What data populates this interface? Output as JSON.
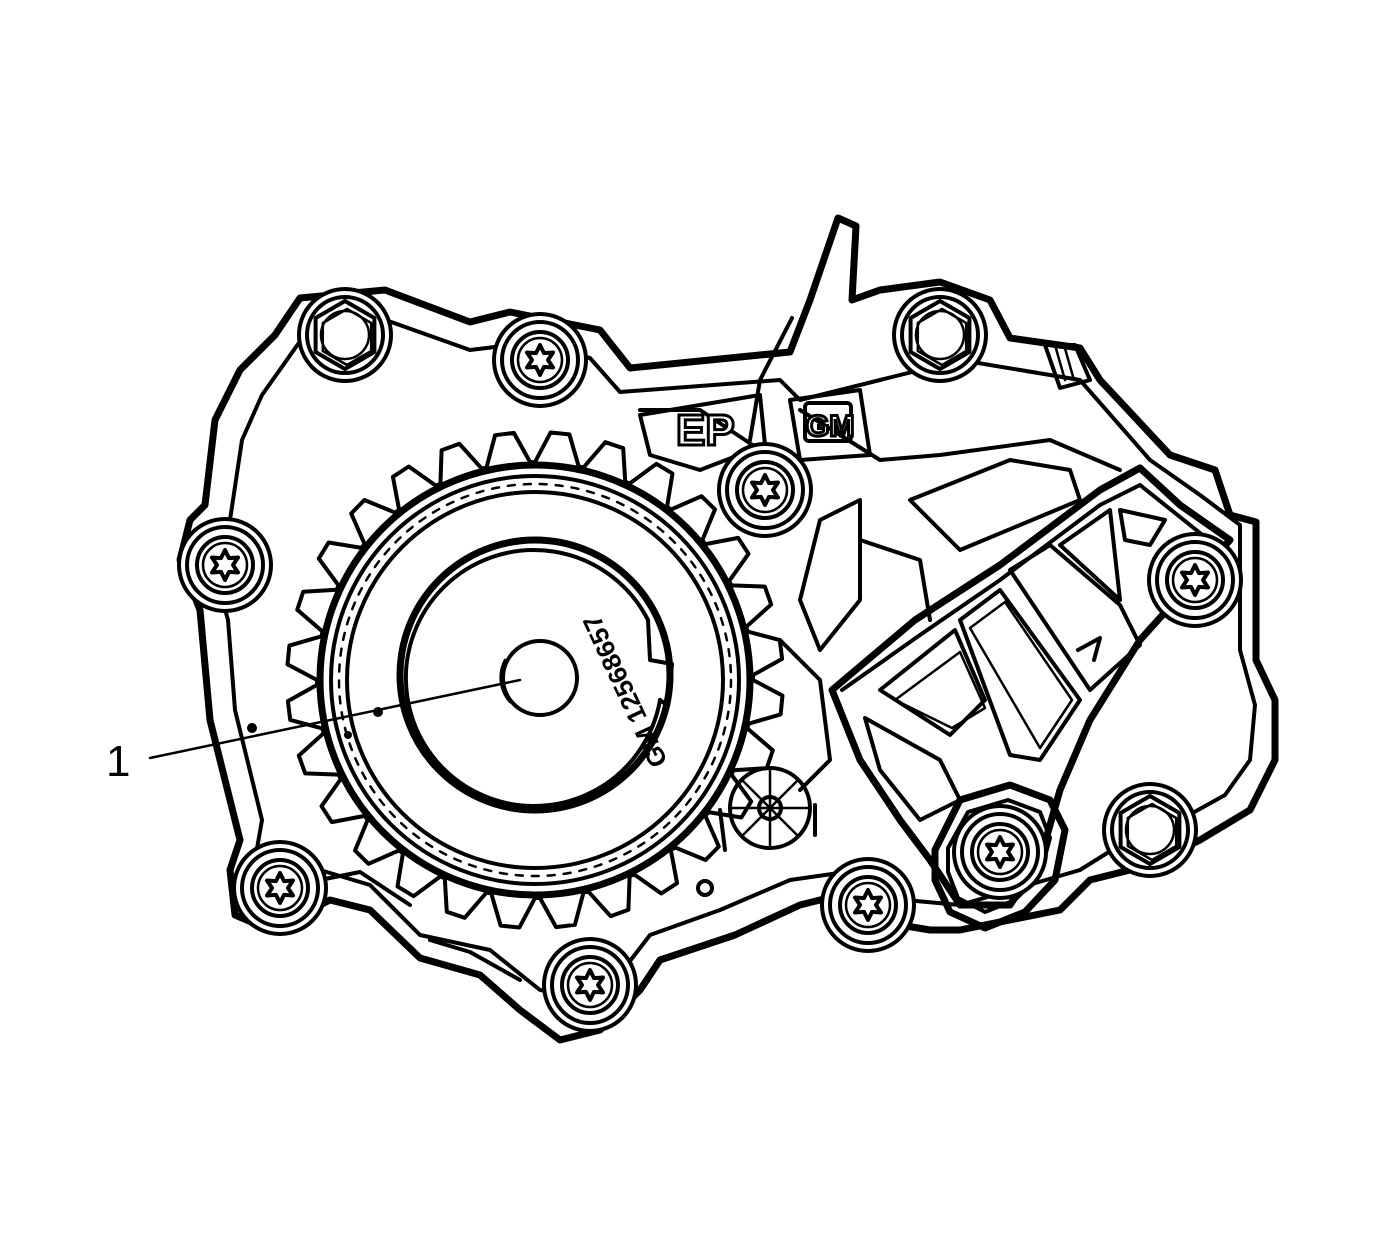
{
  "figure": {
    "callouts": [
      {
        "label": "1",
        "target": "pump-shaft-center"
      }
    ],
    "markings": {
      "ep_stamp": "EP",
      "gm_logo": "GM",
      "part_number": "GM 12568657"
    },
    "colors": {
      "line": "#000000",
      "background": "#ffffff"
    }
  }
}
